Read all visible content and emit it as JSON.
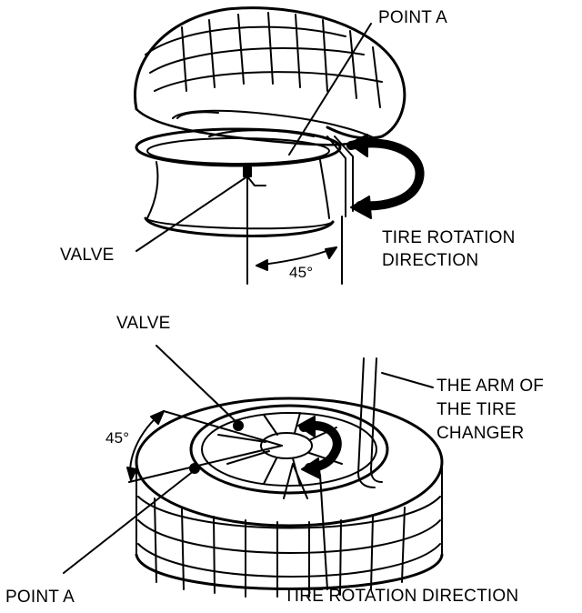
{
  "top_figure": {
    "point_label": "POINT A",
    "valve_label": "VALVE",
    "angle_label": "45°",
    "rotation_label_line1": "TIRE ROTATION",
    "rotation_label_line2": "DIRECTION"
  },
  "bottom_figure": {
    "valve_label": "VALVE",
    "angle_label": "45°",
    "arm_label_line1": "THE ARM OF",
    "arm_label_line2": "THE TIRE",
    "arm_label_line3": "CHANGER",
    "point_label": "POINT A",
    "rotation_label": "TIRE ROTATION DIRECTION"
  },
  "colors": {
    "ink": "#000000",
    "paper": "#ffffff"
  }
}
